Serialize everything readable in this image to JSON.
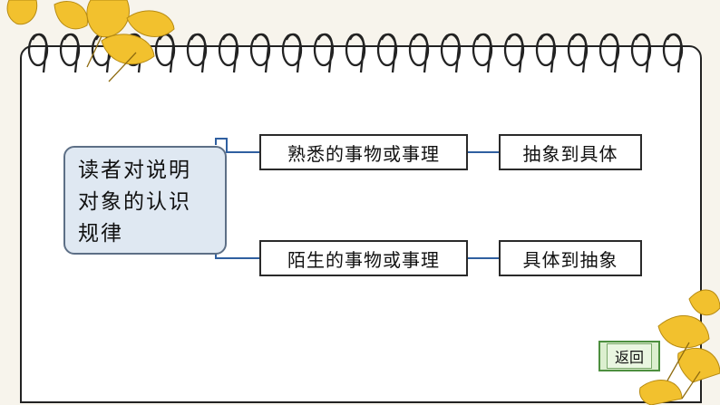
{
  "mind_map": {
    "root": [
      "读者对说明",
      "对象的认识",
      "规律"
    ],
    "branches": [
      {
        "label": "熟悉的事物或事理",
        "result": "抽象到具体"
      },
      {
        "label": "陌生的事物或事理",
        "result": "具体到抽象"
      }
    ]
  },
  "nav": {
    "back_label": "返回"
  },
  "colors": {
    "root_fill": "#dfe8f2",
    "connector": "#2f5fa0",
    "button_fill": "#dcefcf",
    "leaf": "#f2c12e"
  }
}
